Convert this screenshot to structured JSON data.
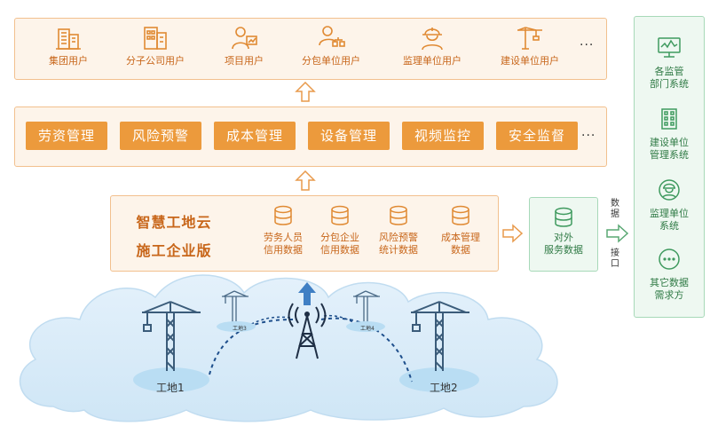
{
  "users": {
    "items": [
      {
        "label": "集团用户",
        "icon": "building-icon"
      },
      {
        "label": "分子公司用户",
        "icon": "office-icon"
      },
      {
        "label": "项目用户",
        "icon": "presenter-icon"
      },
      {
        "label": "分包单位用户",
        "icon": "org-user-icon"
      },
      {
        "label": "监理单位用户",
        "icon": "hardhat-icon"
      },
      {
        "label": "建设单位用户",
        "icon": "crane-icon"
      }
    ],
    "more": "···"
  },
  "modules": {
    "items": [
      "劳资管理",
      "风险预警",
      "成本管理",
      "设备管理",
      "视频监控",
      "安全监督"
    ],
    "more": "···"
  },
  "cloud": {
    "title_line1": "智慧工地云",
    "title_line2": "施工企业版",
    "databases": [
      {
        "line1": "劳务人员",
        "line2": "信用数据"
      },
      {
        "line1": "分包企业",
        "line2": "信用数据"
      },
      {
        "line1": "风险预警",
        "line2": "统计数据"
      },
      {
        "line1": "成本管理",
        "line2": "数据"
      }
    ]
  },
  "external": {
    "line1": "对外",
    "line2": "服务数据"
  },
  "interface": {
    "top": "数据",
    "bottom": "接口"
  },
  "side": {
    "items": [
      {
        "line1": "各监管",
        "line2": "部门系统",
        "icon": "monitor-icon"
      },
      {
        "line1": "建设单位",
        "line2": "管理系统",
        "icon": "building-icon"
      },
      {
        "line1": "监理单位",
        "line2": "系统",
        "icon": "worker-icon"
      },
      {
        "line1": "其它数据",
        "line2": "需求方",
        "icon": "more-icon"
      }
    ]
  },
  "sites": {
    "site1": "工地1",
    "site2": "工地2",
    "site3": "工地3",
    "site4": "工地4"
  },
  "colors": {
    "orange": "#ec9a3c",
    "orange_text": "#c8661a",
    "green": "#2f7a45",
    "blue": "#3f7fc4"
  }
}
